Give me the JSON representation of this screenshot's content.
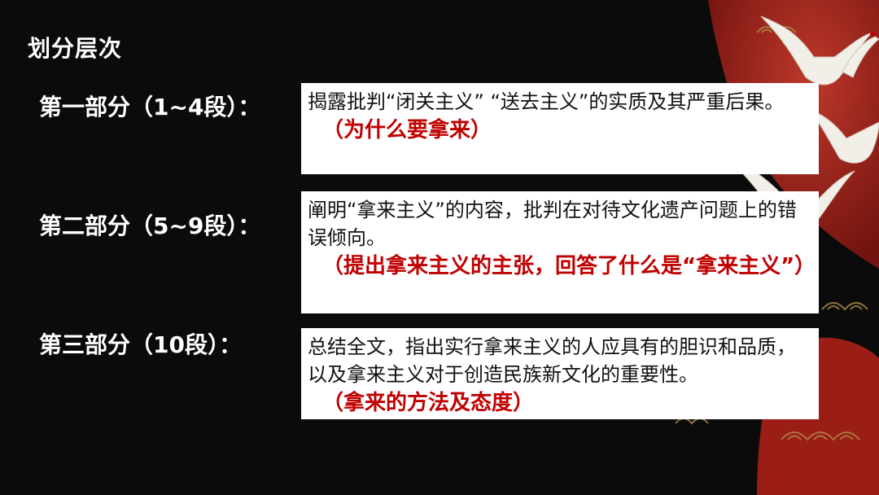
{
  "title": "划分层次",
  "parts": [
    {
      "label": "第一部分（1~4段）：",
      "text": "揭露批判“闭关主义” “送去主义”的实质及其严重后果。",
      "emphasis": "（为什么要拿来）"
    },
    {
      "label": "第二部分（5~9段）：",
      "text": "阐明“拿来主义”的内容，批判在对待文化遗产问题上的错误倾向。",
      "emphasis": "（提出拿来主义的主张，回答了什么是“拿来主义”）"
    },
    {
      "label": "第三部分（10段）：",
      "text": "总结全文，指出实行拿来主义的人应具有的胆识和品质，以及拿来主义对于创造民族新文化的重要性。",
      "emphasis": "（拿来的方法及态度）"
    }
  ],
  "colors": {
    "background": "#0b0b0b",
    "accent_red": "#c00000",
    "decor_red": "#b3261e",
    "decor_gold": "#b08a4a"
  }
}
